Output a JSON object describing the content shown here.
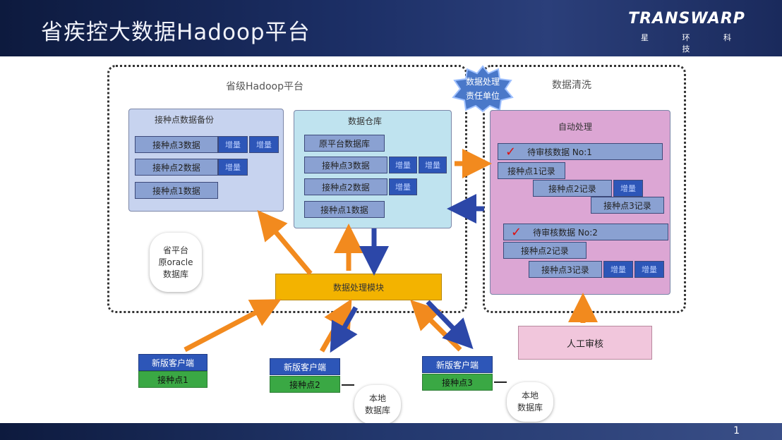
{
  "header": {
    "title": "省疾控大数据Hadoop平台",
    "brand": "TRANSWARP",
    "brand_sub": "星 环 科 技"
  },
  "footer": {
    "page_number": "1"
  },
  "colors": {
    "header_bg": "#1c2f66",
    "process_orange": "#f3b300",
    "arrow_orange": "#f28a1e",
    "arrow_blue": "#2c47a8",
    "increment_blue": "#2d56b8",
    "client_green": "#3aa844",
    "review_pink": "#f1c6dc"
  },
  "hadoop_region": {
    "label": "省级Hadoop平台"
  },
  "cleaning_region": {
    "label": "数据清洗"
  },
  "badge": {
    "line1": "数据处理",
    "line2": "责任单位"
  },
  "backup": {
    "title": "接种点数据备份",
    "rows": [
      {
        "label": "接种点3数据",
        "increments": [
          "增量",
          "增量"
        ]
      },
      {
        "label": "接种点2数据",
        "increments": [
          "增量"
        ]
      },
      {
        "label": "接种点1数据",
        "increments": []
      }
    ]
  },
  "warehouse": {
    "title": "数据仓库",
    "rows": [
      {
        "label": "原平台数据库",
        "increments": []
      },
      {
        "label": "接种点3数据",
        "increments": [
          "增量",
          "增量"
        ]
      },
      {
        "label": "接种点2数据",
        "increments": [
          "增量"
        ]
      },
      {
        "label": "接种点1数据",
        "increments": []
      }
    ]
  },
  "auto_process": {
    "title": "自动处理",
    "pending1": {
      "label": "待审核数据  No:1",
      "records": [
        "接种点1记录",
        "接种点2记录",
        "接种点3记录"
      ],
      "increment": "增量"
    },
    "pending2": {
      "label": "待审核数据  No:2",
      "records": [
        "接种点2记录",
        "接种点3记录"
      ],
      "increments": [
        "增量",
        "增量"
      ]
    }
  },
  "oracle_db": {
    "line1": "省平台",
    "line2": "原oracle",
    "line3": "数据库"
  },
  "processing_module": {
    "label": "数据处理模块"
  },
  "manual_review": {
    "label": "人工审核"
  },
  "clients": [
    {
      "top": "新版客户端",
      "bottom": "接种点1"
    },
    {
      "top": "新版客户端",
      "bottom": "接种点2"
    },
    {
      "top": "新版客户端",
      "bottom": "接种点3"
    }
  ],
  "local_db": {
    "line1": "本地",
    "line2": "数据库"
  }
}
